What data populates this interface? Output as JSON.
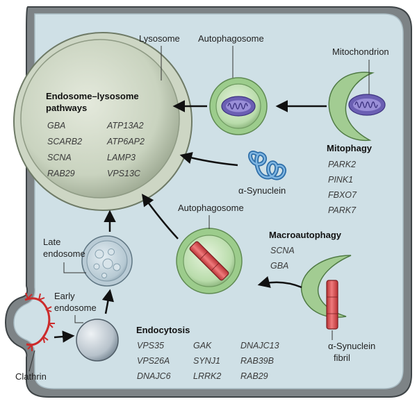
{
  "labels": {
    "lysosome": "Lysosome",
    "autophagosome_top": "Autophagosome",
    "mitochondrion": "Mitochondrion",
    "alpha_synuclein": "α-Synuclein",
    "autophagosome_mid": "Autophagosome",
    "late_endosome_line1": "Late",
    "late_endosome_line2": "endosome",
    "early_endosome_line1": "Early",
    "early_endosome_line2": "endosome",
    "clathrin": "Clathrin",
    "fibril_line1": "α-Synuclein",
    "fibril_line2": "fibril"
  },
  "pathways": {
    "endo_lysosome": {
      "title_line1": "Endosome–lysosome",
      "title_line2": "pathways",
      "genes": [
        "GBA",
        "ATP13A2",
        "SCARB2",
        "ATP6AP2",
        "SCNA",
        "LAMP3",
        "RAB29",
        "VPS13C"
      ]
    },
    "mitophagy": {
      "title": "Mitophagy",
      "genes": [
        "PARK2",
        "PINK1",
        "FBXO7",
        "PARK7"
      ]
    },
    "macroautophagy": {
      "title": "Macroautophagy",
      "genes": [
        "SCNA",
        "GBA"
      ]
    },
    "endocytosis": {
      "title": "Endocytosis",
      "genes": [
        "VPS35",
        "GAK",
        "DNAJC13",
        "VPS26A",
        "SYNJ1",
        "RAB39B",
        "DNAJC6",
        "LRRK2",
        "RAB29"
      ]
    }
  },
  "colors": {
    "cell_fill": "#cfe0e6",
    "cell_border": "#4a4a4a",
    "lysosome_fill": "#cdd7c4",
    "autophagosome_green": "#a9d49a",
    "mito_purple": "#7a6fc0",
    "fibril_red": "#d9484b",
    "synuclein_blue": "#3d86c4",
    "clathrin_red": "#cc2b2b"
  }
}
